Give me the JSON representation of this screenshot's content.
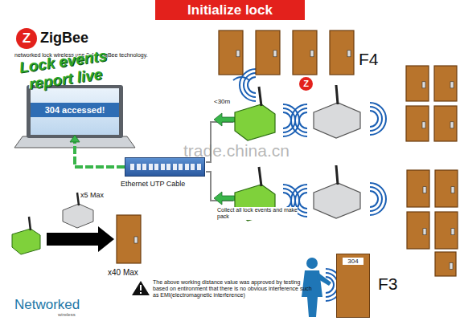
{
  "diagram": {
    "title": "Initialize lock",
    "nodes": [
      {
        "text": [
          "304 accessed!"
        ]
      },
      {
        "text": [
          "Ethernet UTP Cable"
        ]
      },
      {
        "text": [
          "304"
        ]
      }
    ],
    "edges": [
      {
        "from": 1,
        "to": 0,
        "arrow": "to"
      }
    ],
    "labels": [
      "Z",
      "ZigBee",
      "networked lock wireless use 2.4G ZigBee technology.",
      "Lock events report live",
      "<30m",
      "Z",
      "F4",
      "Collect all lock events and make pack",
      "x5 Max",
      "x40 Max",
      "The above working distance value was approved by testing based on entironment that there is no obvious interference such as EMI(electromagnetic interference)",
      "F3",
      "Networked",
      "wireless",
      "trade.china.cn"
    ]
  }
}
